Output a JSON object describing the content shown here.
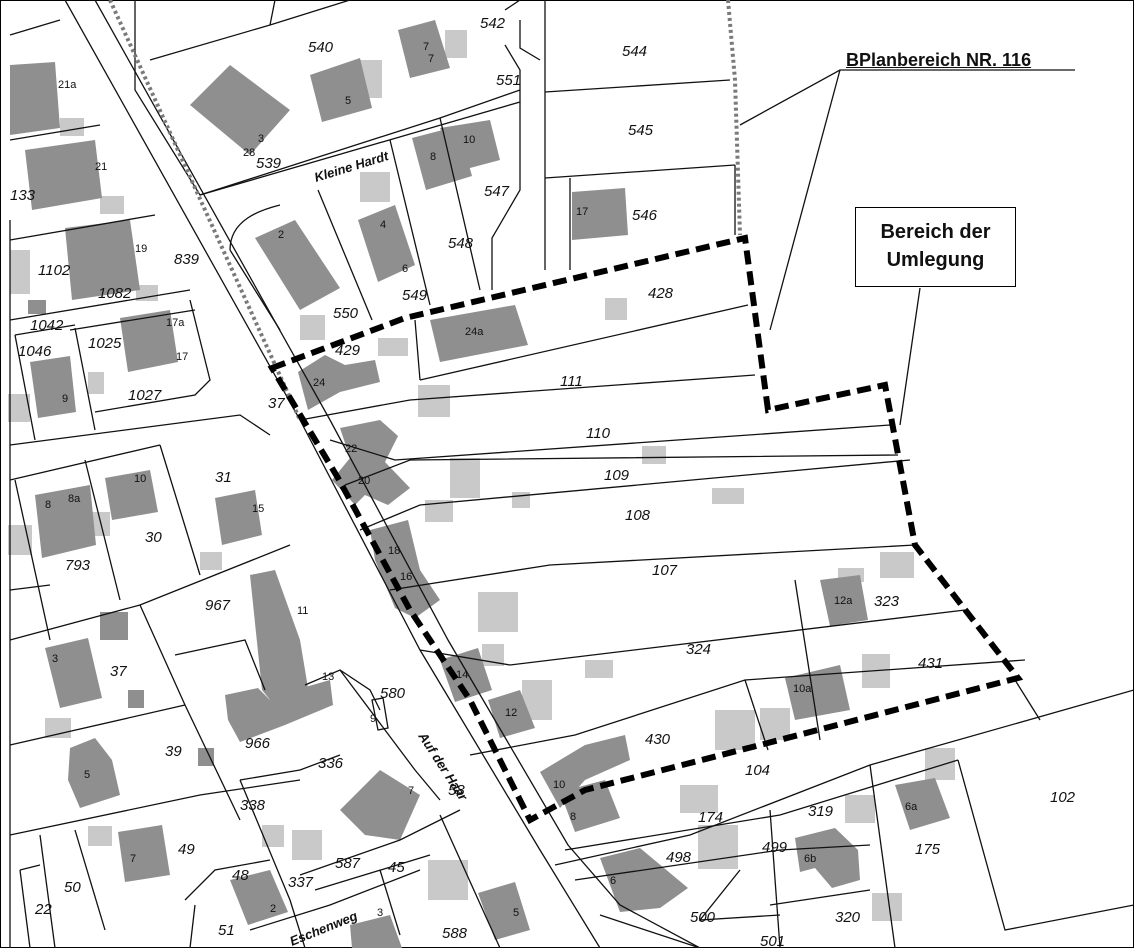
{
  "map": {
    "labels": {
      "bplan": "BPlanbereich NR. 116",
      "umlegung_line1": "Bereich der",
      "umlegung_line2": "Umlegung"
    },
    "streets": {
      "kleine_hardt": "Kleine Hardt",
      "auf_der_haar": "Auf der Haar",
      "eschenweg": "Eschenweg"
    },
    "plots": {
      "p542": "542",
      "p544": "544",
      "p540": "540",
      "p551": "551",
      "p545": "545",
      "p539": "539",
      "p547": "547",
      "p546": "546",
      "p548": "548",
      "p133": "133",
      "p1102": "1102",
      "p839": "839",
      "p1082": "1082",
      "p550": "550",
      "p549": "549",
      "p428": "428",
      "p1042": "1042",
      "p1025": "1025",
      "p1046": "1046",
      "p429": "429",
      "p111": "111",
      "p1027": "1027",
      "p37a": "37",
      "p110": "110",
      "p109": "109",
      "p31": "31",
      "p108": "108",
      "p30": "30",
      "p793": "793",
      "p107": "107",
      "p967": "967",
      "p323": "323",
      "p37b": "37",
      "p324": "324",
      "p431": "431",
      "p580": "580",
      "p966": "966",
      "p39": "39",
      "p336": "336",
      "p430": "430",
      "p104": "104",
      "p338": "338",
      "p102": "102",
      "p174": "174",
      "p319": "319",
      "p49": "49",
      "p498": "498",
      "p499": "499",
      "p175": "175",
      "p587": "587",
      "p45": "45",
      "p50": "50",
      "p48": "48",
      "p337": "337",
      "p22p": "22",
      "p51": "51",
      "p588": "588",
      "p500": "500",
      "p320": "320",
      "p501": "501",
      "p58": "58"
    },
    "houses": {
      "h7a": "7",
      "h7b": "7",
      "h21a": "21a",
      "h5a": "5",
      "h3a": "3",
      "h28": "28",
      "h10a": "10",
      "h8a": "8",
      "h21": "21",
      "h17a": "17",
      "h2a": "2",
      "h4": "4",
      "h6a": "6",
      "h19": "19",
      "h24a": "24a",
      "h17b": "17a",
      "h17c": "17",
      "h24": "24",
      "h9": "9",
      "h22": "22",
      "h20": "20",
      "h10b": "10",
      "h8b": "8",
      "h8c": "8a",
      "h15": "15",
      "h18": "18",
      "h16": "16",
      "h11": "11",
      "h3b": "3",
      "h12a": "12a",
      "h13": "13",
      "h14": "14",
      "h10c": "10a",
      "h12": "12",
      "h5b": "5",
      "h9b": "9",
      "h10d": "10",
      "h8d": "8",
      "h6c": "6a",
      "h7c": "7",
      "h7d": "7",
      "h6d": "6b",
      "h6e": "6",
      "h2b": "2",
      "h3c": "3",
      "h5c": "5"
    },
    "colors": {
      "building": "#8f8f8f",
      "building_light": "#c9c9c9",
      "umlegung_border": "#000000",
      "bplan_border": "#7a7a7a"
    }
  }
}
